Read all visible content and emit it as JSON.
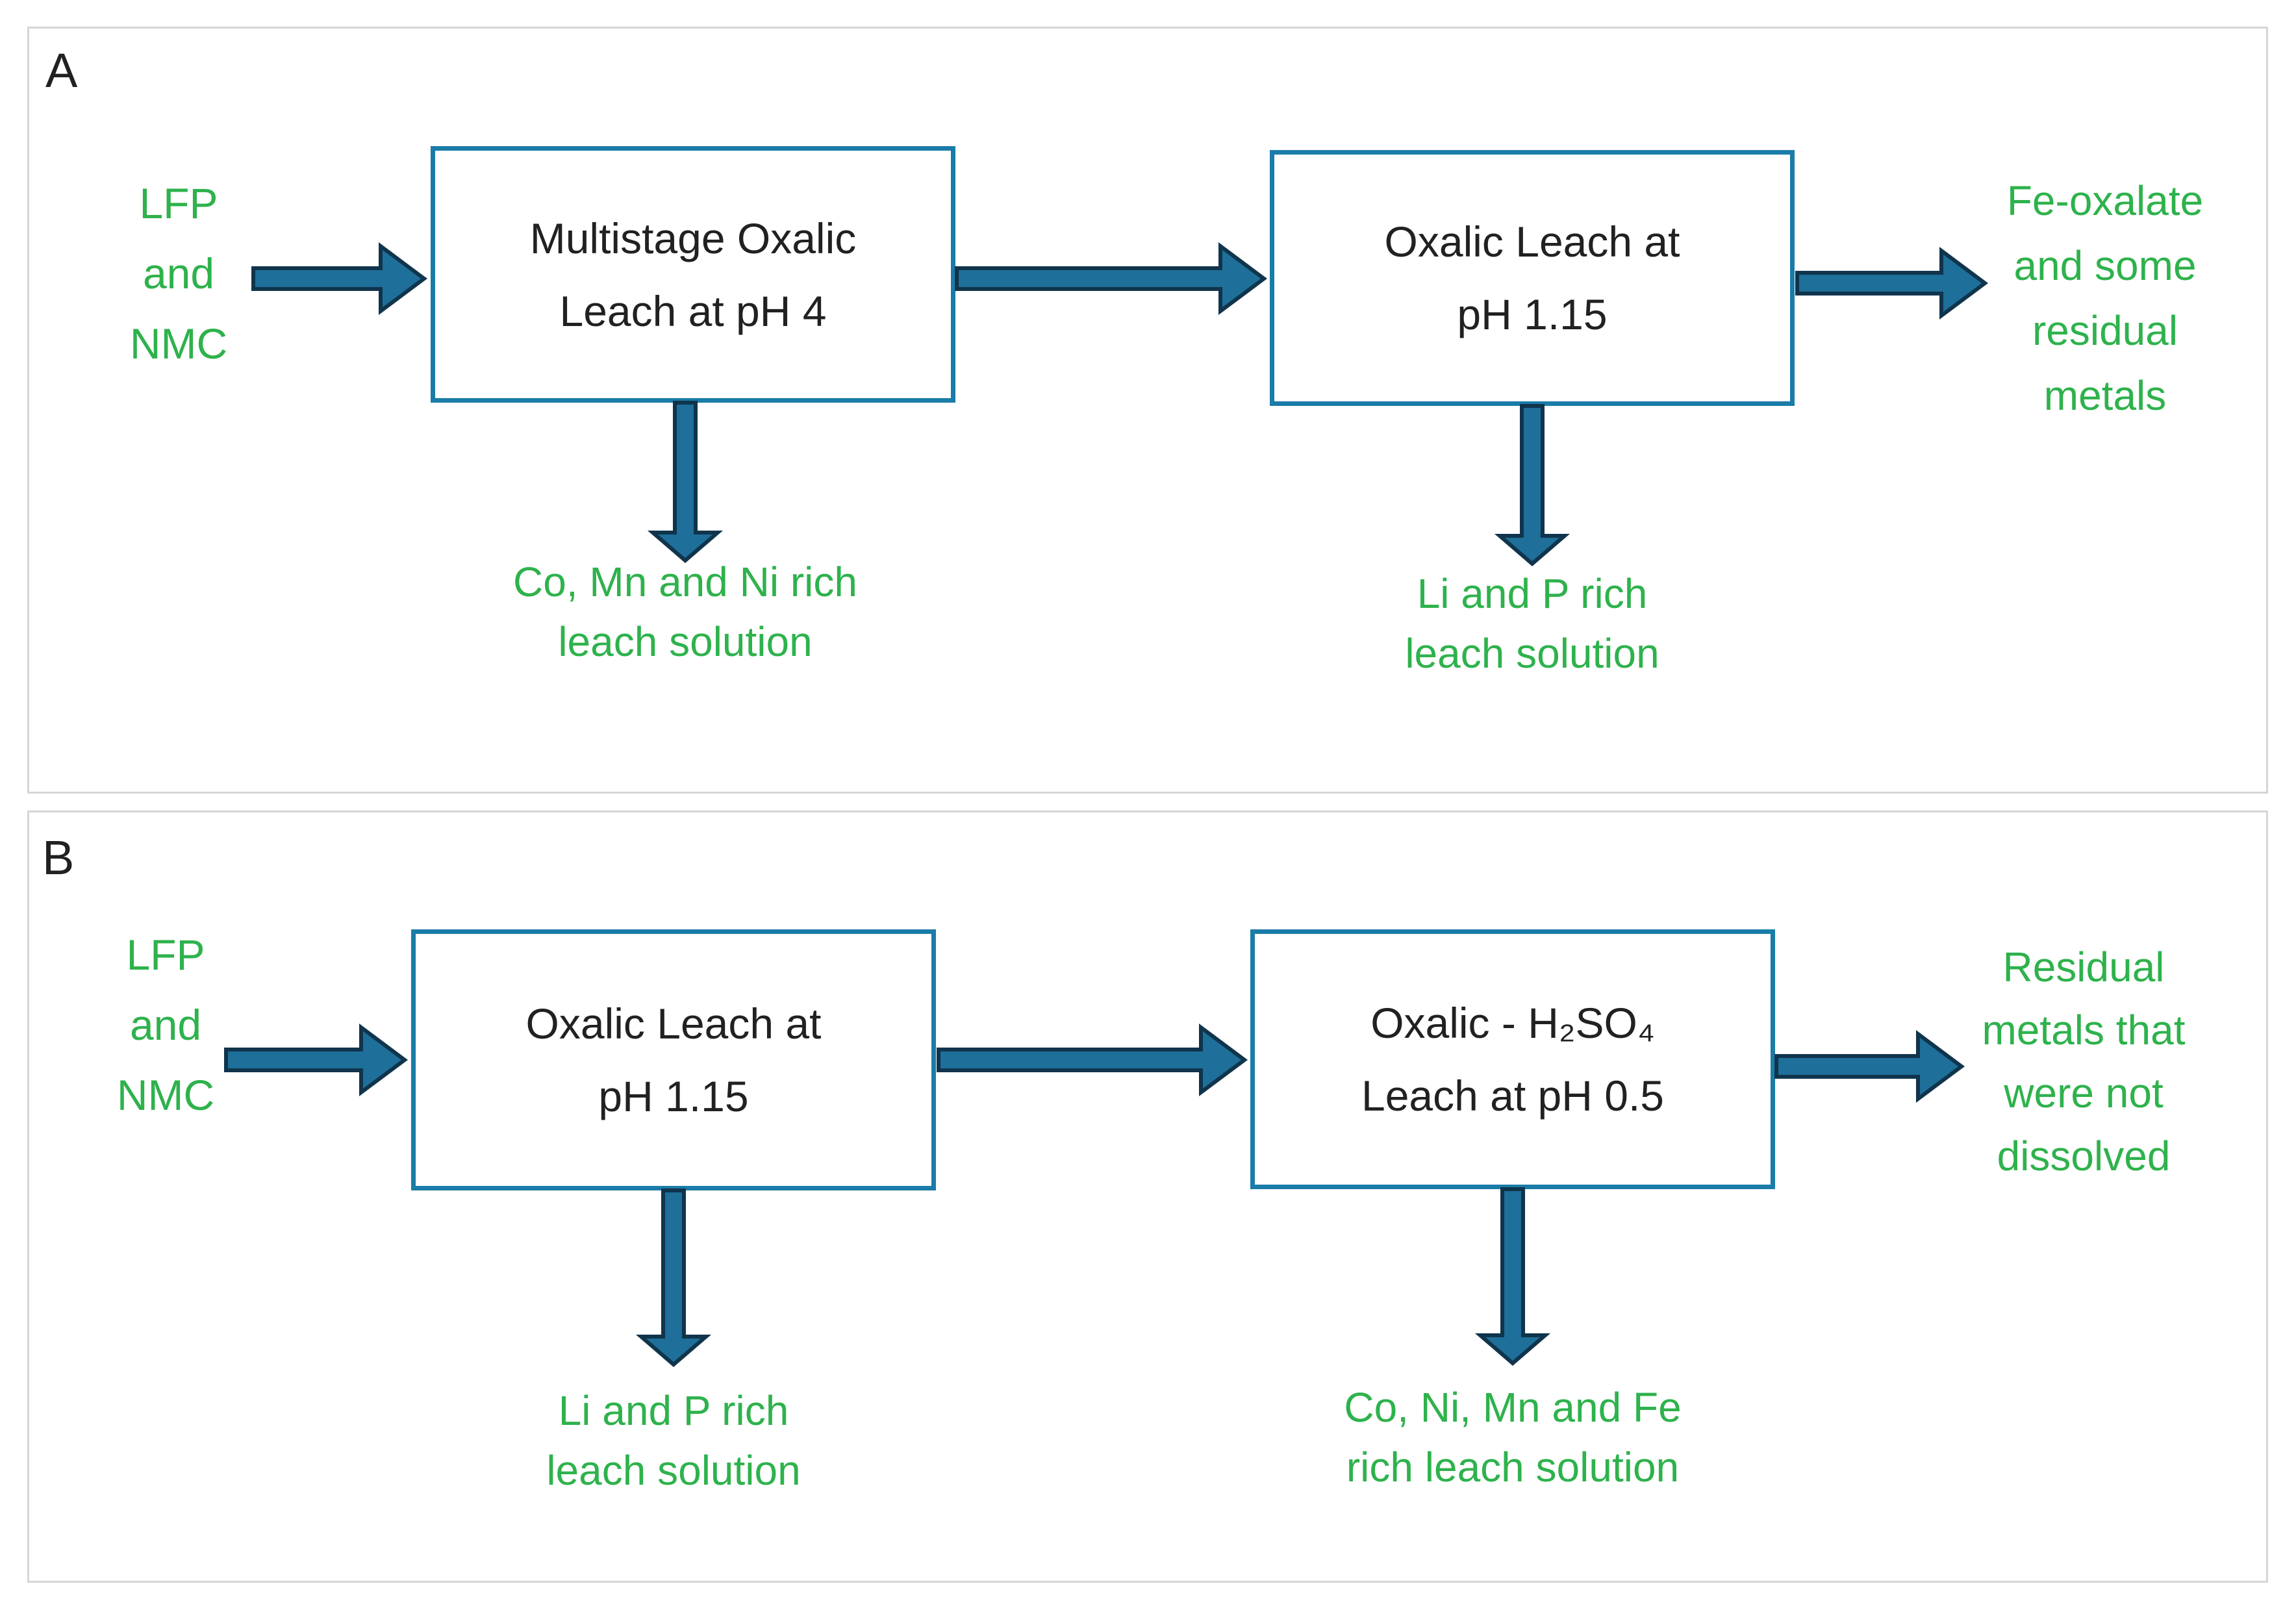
{
  "colors": {
    "green_text": "#2eb24c",
    "box_border": "#1a7ca8",
    "arrow_fill": "#1e6f99",
    "arrow_stroke": "#10344c",
    "dark_text": "#212121",
    "panel_border": "#d6d6d6",
    "background": "#ffffff"
  },
  "panel_a": {
    "label": "A",
    "input_label": "LFP\nand\nNMC",
    "box1_label": "Multistage Oxalic\nLeach at pH 4",
    "box2_label": "Oxalic Leach at\npH 1.15",
    "output_label": "Fe-oxalate\nand some\nresidual\nmetals",
    "box1_down_label": "Co, Mn and Ni rich\nleach solution",
    "box2_down_label": "Li and P rich\nleach solution"
  },
  "panel_b": {
    "label": "B",
    "input_label": "LFP\nand\nNMC",
    "box1_label": "Oxalic Leach at\npH 1.15",
    "box2_label": "Oxalic - H₂SO₄\nLeach at pH 0.5",
    "output_label": "Residual\nmetals that\nwere not\ndissolved",
    "box1_down_label": "Li and P rich\nleach solution",
    "box2_down_label": "Co, Ni, Mn and Fe\nrich leach solution"
  }
}
